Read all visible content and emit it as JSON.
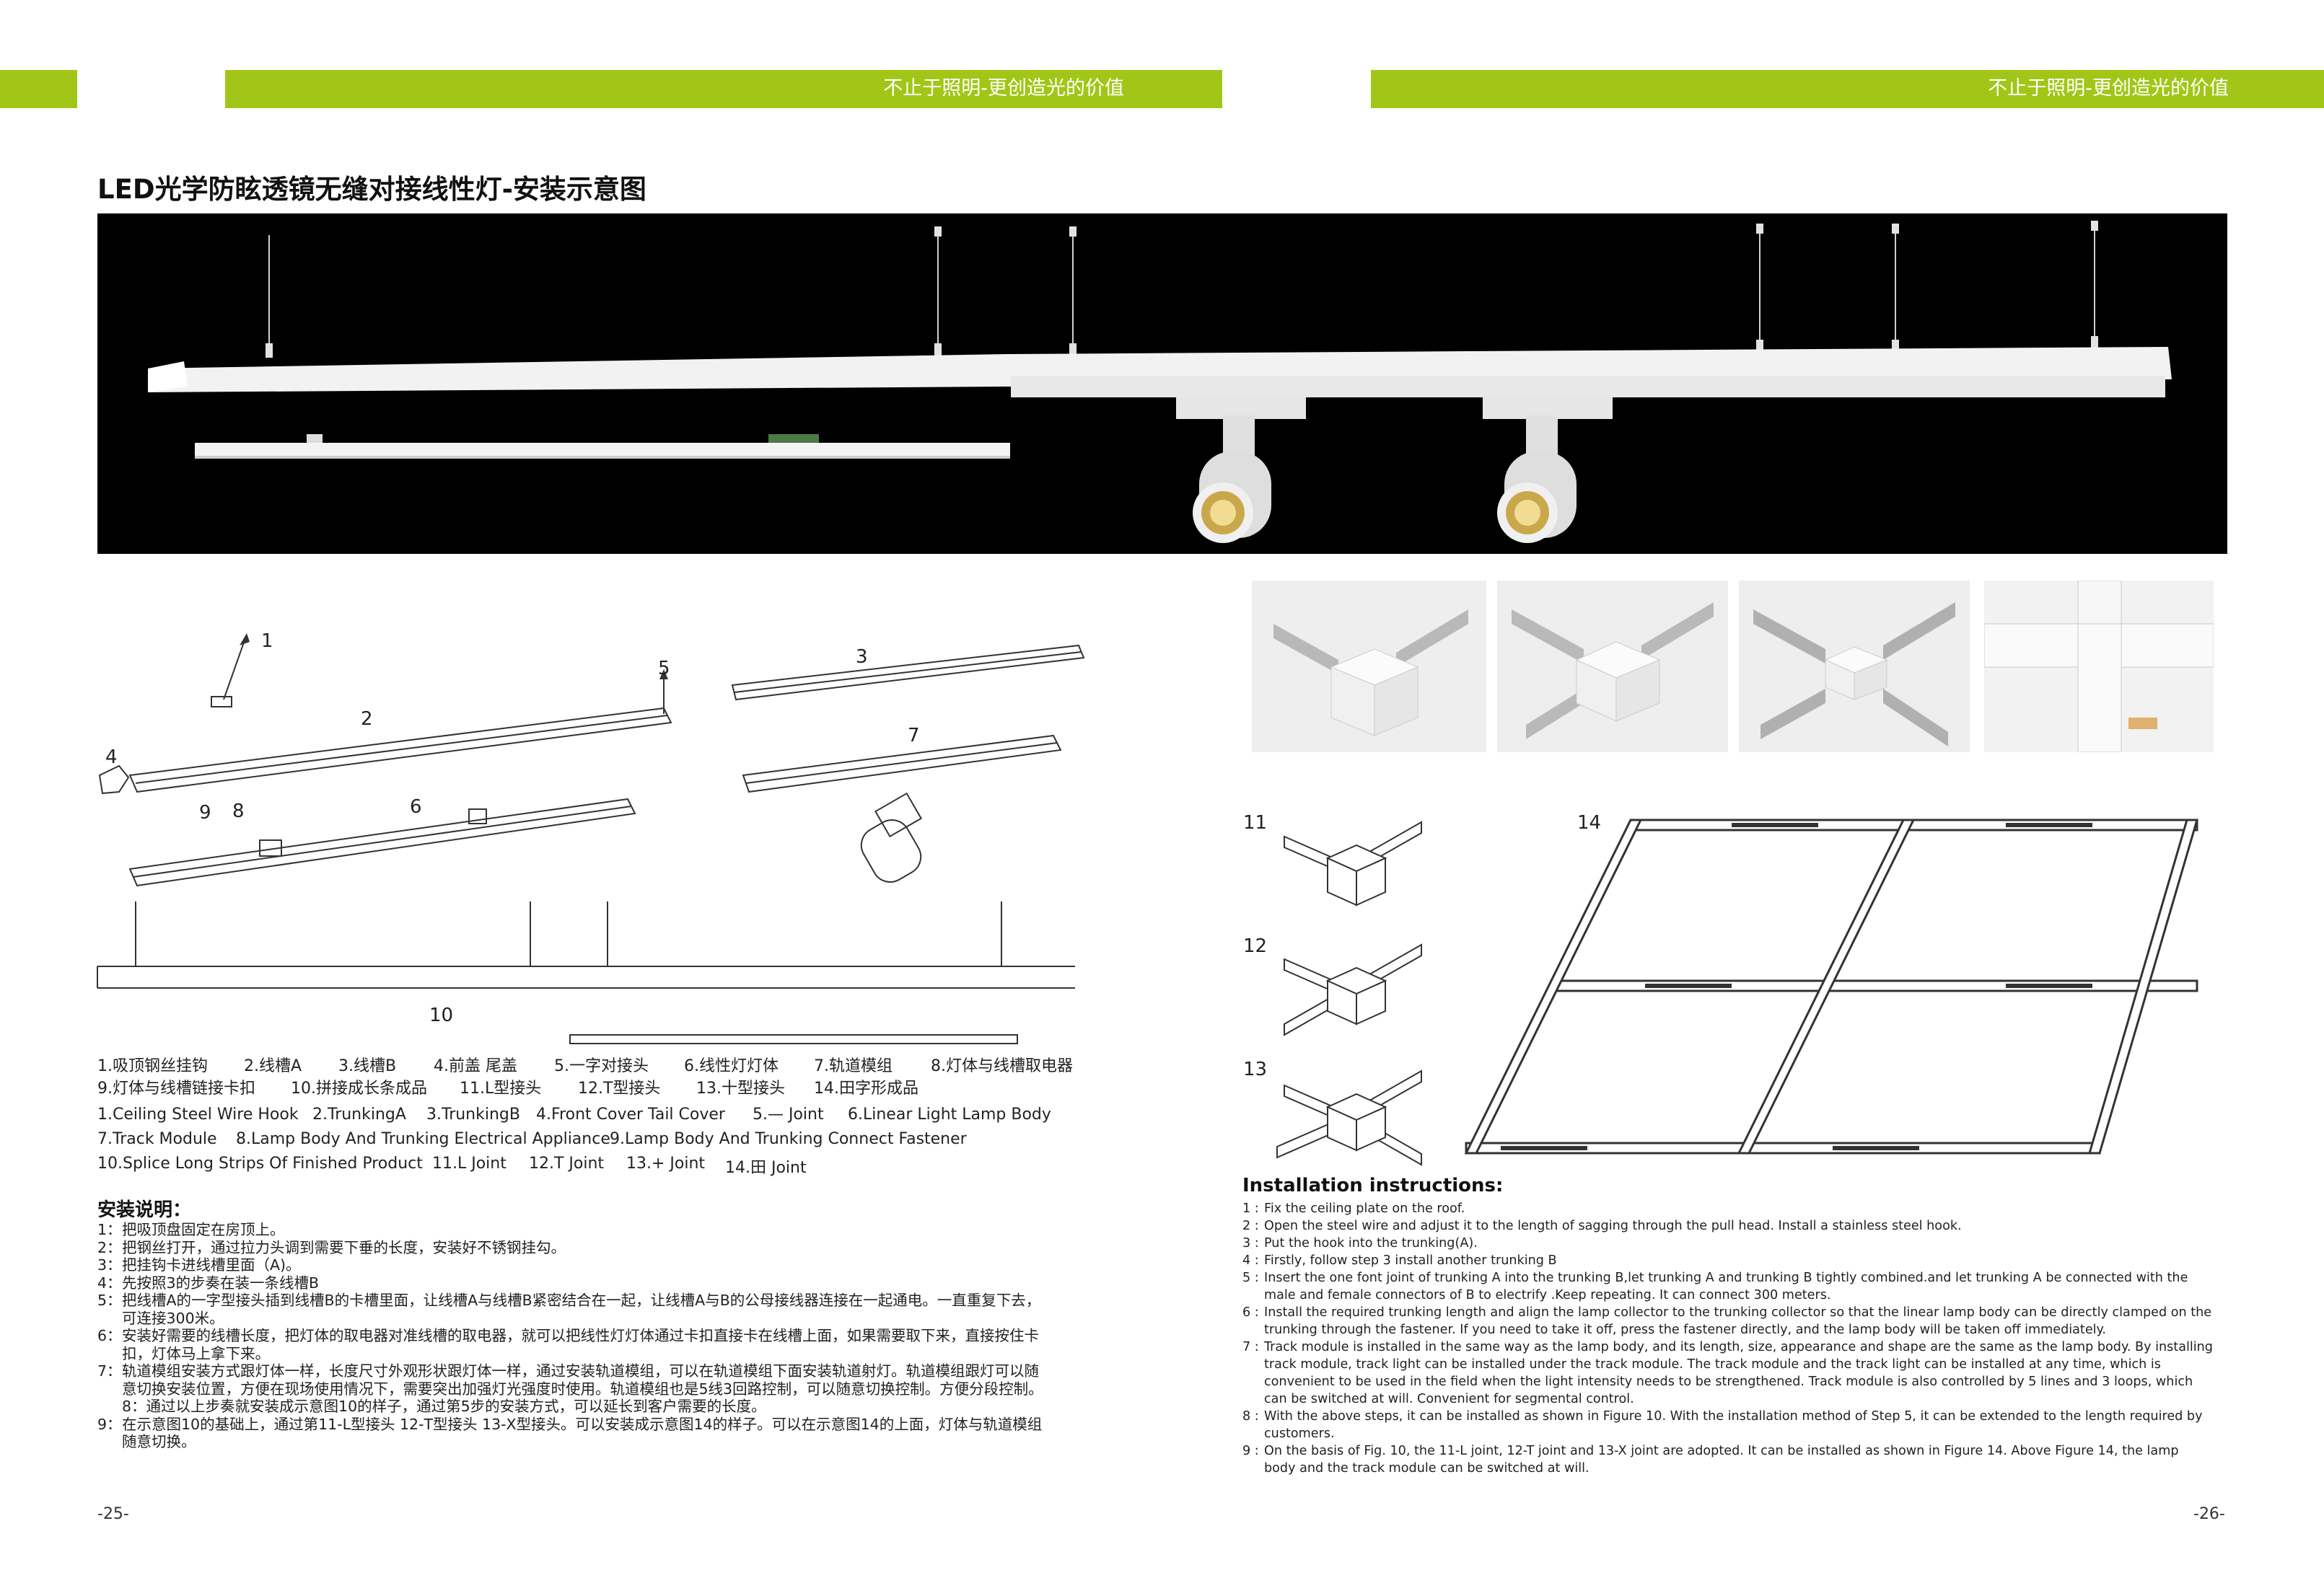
{
  "header": {
    "slogan_left": "不止于照明-更创造光的价值",
    "slogan_right": "不止于照明-更创造光的价值"
  },
  "title": "LED光学防眩透镜无缝对接线性灯-安装示意图",
  "diagram_labels": {
    "n1": "1",
    "n2": "2",
    "n3": "3",
    "n4": "4",
    "n5": "5",
    "n6": "6",
    "n7": "7",
    "n8": "8",
    "n9": "9",
    "n10": "10",
    "n11": "11",
    "n12": "12",
    "n13": "13",
    "n14": "14"
  },
  "legend_cn": [
    [
      "1.吸顶钢丝挂钩",
      "2.线槽A",
      "3.线槽B",
      "4.前盖 尾盖",
      "5.一字对接头",
      "6.线性灯灯体",
      "7.轨道模组",
      "8.灯体与线槽取电器"
    ],
    [
      "9.灯体与线槽链接卡扣",
      "10.拼接成长条成品",
      "11.L型接头",
      "12.T型接头",
      "13.十型接头",
      "14.田字形成品"
    ]
  ],
  "legend_en": [
    [
      "1.Ceiling Steel Wire Hook",
      "2.TrunkingA",
      "3.TrunkingB",
      "4.Front Cover   Tail Cover",
      "5.— Joint",
      "6.Linear Light  Lamp Body"
    ],
    [
      "7.Track Module",
      "8.Lamp Body And Trunking Electrical Appliance",
      "9.Lamp Body And Trunking Connect Fastener"
    ],
    [
      "10.Splice  Long Strips Of Finished Product",
      "11.L Joint",
      "12.T Joint",
      "13.+ Joint",
      "14.田 Joint"
    ]
  ],
  "install_cn": {
    "title": "安装说明：",
    "steps": [
      {
        "n": "1：",
        "text": "把吸顶盘固定在房顶上。"
      },
      {
        "n": "2：",
        "text": "把钢丝打开，通过拉力头调到需要下垂的长度，安装好不锈钢挂勾。"
      },
      {
        "n": "3：",
        "text": "把挂钩卡进线槽里面（A)。"
      },
      {
        "n": "4：",
        "text": "先按照3的步奏在装一条线槽B"
      },
      {
        "n": "5：",
        "text": "把线槽A的一字型接头插到线槽B的卡槽里面，让线槽A与线槽B紧密结合在一起，让线槽A与B的公母接线器连接在一起通电。一直重复下去，可连接300米。"
      },
      {
        "n": "6：",
        "text": "安装好需要的线槽长度，把灯体的取电器对准线槽的取电器，就可以把线性灯灯体通过卡扣直接卡在线槽上面，如果需要取下来，直接按住卡扣，灯体马上拿下来。"
      },
      {
        "n": "7：",
        "text": "轨道模组安装方式跟灯体一样，长度尺寸外观形状跟灯体一样，通过安装轨道模组，可以在轨道模组下面安装轨道射灯。轨道模组跟灯可以随意切换安装位置，方便在现场使用情况下，需要突出加强灯光强度时使用。轨道模组也是5线3回路控制，可以随意切换控制。方便分段控制。8：通过以上步奏就安装成示意图10的样子，通过第5步的安装方式，可以延长到客户需要的长度。"
      },
      {
        "n": "9：",
        "text": "在示意图10的基础上，通过第11-L型接头 12-T型接头 13-X型接头。可以安装成示意图14的样子。可以在示意图14的上面，灯体与轨道模组随意切换。"
      }
    ]
  },
  "install_en": {
    "title": "Installation instructions:",
    "steps": [
      {
        "n": "1 :",
        "text": "Fix the ceiling  plate on the roof."
      },
      {
        "n": "2 :",
        "text": "Open the steel wire and adjust it to the length of sagging through the pull head. Install a stainless steel hook."
      },
      {
        "n": "3 :",
        "text": "Put the hook into the trunking(A)."
      },
      {
        "n": "4 :",
        "text": "Firstly, follow step 3 install another trunking B"
      },
      {
        "n": "5 :",
        "text": "Insert the one font joint of trunking A into the trunking B,let trunking A and trunking B tightly combined.and let trunking A  be connected with the male and female connectors of B to electrify .Keep repeating. It can connect 300 meters."
      },
      {
        "n": "6 :",
        "text": "Install the required  trunking length  and align the lamp collector to the trunking collector so that the linear lamp body can be directly clamped on the trunking through the fastener. If you need to take it off, press the fastener directly, and the lamp body will be taken off immediately."
      },
      {
        "n": "7 :",
        "text": "Track module is installed in the same way as the lamp body, and its length, size, appearance and shape are the same as the lamp body. By installing track module, track light can be installed under the track module. The track module and the track light can be installed at any time, which is convenient to be used in the field when the light intensity needs to be strengthened.  Track module is also controlled by 5 lines and 3 loops, which can be switched at will. Convenient for segmental control."
      },
      {
        "n": "8 :",
        "text": "With the above steps, it can be installed as shown in Figure 10. With the installation method of Step 5, it can be extended to the length required by customers."
      },
      {
        "n": "9 :",
        "text": "On the basis of Fig. 10, the 11-L joint, 12-T joint and 13-X joint are adopted. It can be installed as shown in Figure 14. Above Figure 14, the lamp body and the track module can be switched at will."
      }
    ]
  },
  "page_numbers": {
    "left": "-25-",
    "right": "-26-"
  }
}
